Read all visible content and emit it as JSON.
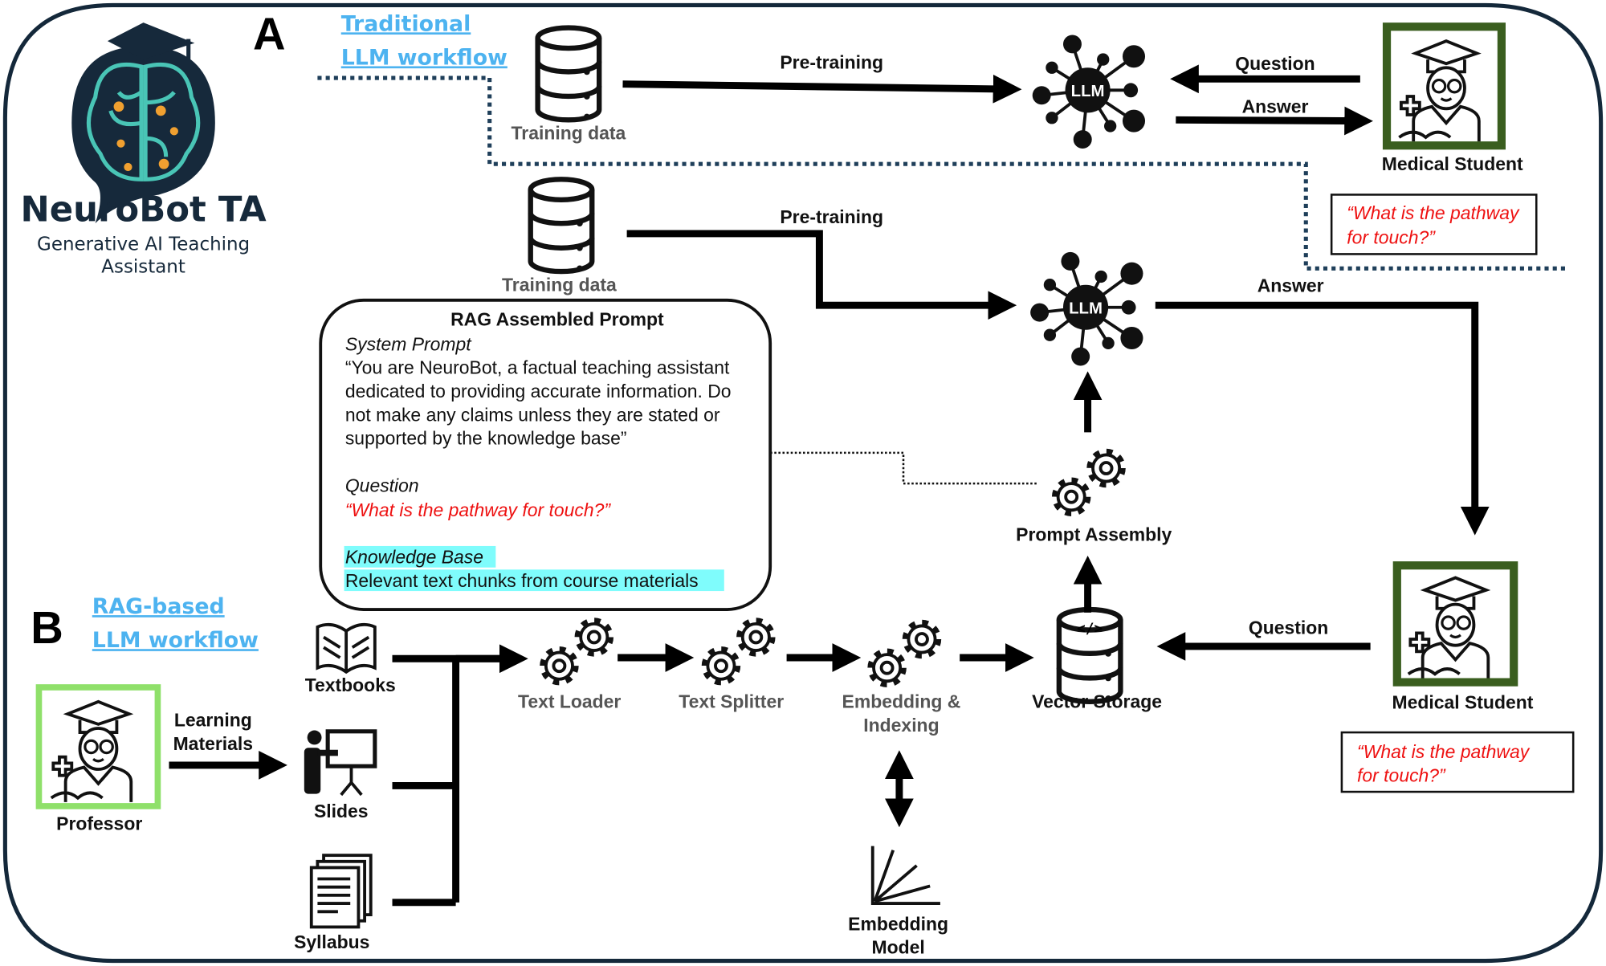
{
  "logo": {
    "title": "NeuroBot TA",
    "subtitle_line1": "Generative AI Teaching",
    "subtitle_line2": "Assistant"
  },
  "panel_a": {
    "letter": "A",
    "link_line1": "Traditional",
    "link_line2": "LLM workflow",
    "training_data": "Training data",
    "pretraining": "Pre-training",
    "llm": "LLM",
    "question": "Question",
    "answer": "Answer",
    "student": "Medical Student",
    "quote_line1": "“What is the pathway",
    "quote_line2": "for touch?”"
  },
  "panel_rag_top": {
    "training_data": "Training data",
    "pretraining": "Pre-training",
    "llm": "LLM",
    "answer": "Answer",
    "prompt_assembly": "Prompt Assembly"
  },
  "rag_prompt": {
    "title": "RAG Assembled Prompt",
    "system_heading": "System Prompt",
    "system_lines": [
      "“You are NeuroBot, a factual teaching assistant",
      "dedicated to providing accurate information. Do",
      "not make any claims unless they are stated or",
      "supported by the knowledge base”"
    ],
    "question_heading": "Question",
    "question_text": "“What is the pathway for touch?”",
    "kb_heading": "Knowledge Base",
    "kb_text": "Relevant text chunks from course materials",
    "highlight_color": "#7ffcfc"
  },
  "panel_b": {
    "letter": "B",
    "link_line1": "RAG-based",
    "link_line2": "LLM workflow",
    "professor": "Professor",
    "learning_line1": "Learning",
    "learning_line2": "Materials",
    "textbooks": "Textbooks",
    "slides": "Slides",
    "syllabus": "Syllabus",
    "text_loader": "Text Loader",
    "text_splitter": "Text Splitter",
    "embedding_line1": "Embedding &",
    "embedding_line2": "Indexing",
    "vector_storage": "Vector Storage",
    "embedding_model_line1": "Embedding",
    "embedding_model_line2": "Model",
    "question": "Question",
    "student": "Medical Student",
    "quote_line1": "“What is the pathway",
    "quote_line2": "for touch?”"
  },
  "colors": {
    "frame": "#14283a",
    "link": "#4db3f0",
    "student_frame": "#3a5e1f",
    "professor_frame": "#8fe06a",
    "quote": "#ee1111"
  }
}
